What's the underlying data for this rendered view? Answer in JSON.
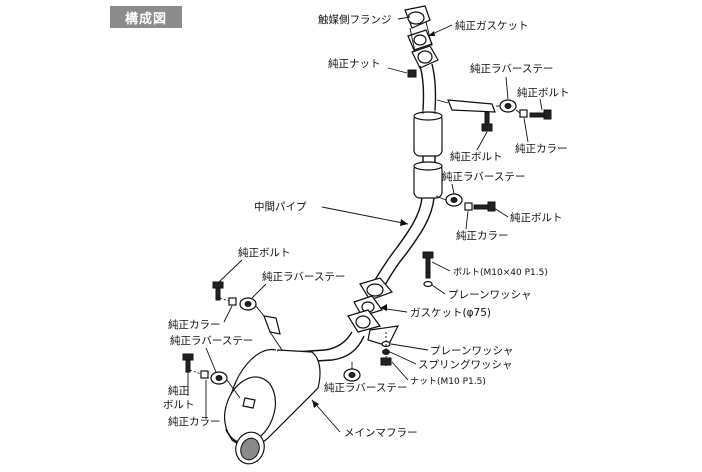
{
  "header": {
    "badge": "構成図"
  },
  "labels": {
    "cat_flange": "触媒側フランジ",
    "gasket_top": "純正ガスケット",
    "nut_top": "純正ナット",
    "rubber_stay_1": "純正ラバーステー",
    "bolt_1": "純正ボルト",
    "bolt_2": "純正ボルト",
    "collar_1": "純正カラー",
    "rubber_stay_2": "純正ラバーステー",
    "mid_pipe": "中間パイプ",
    "bolt_3": "純正ボルト",
    "collar_2": "純正カラー",
    "bolt_left": "純正ボルト",
    "rubber_stay_left": "純正ラバーステー",
    "bolt_m10": "ボルト(M10×40 P1.5)",
    "plain_washer_1": "プレーンワッシャ",
    "collar_left": "純正カラー",
    "gasket_75": "ガスケット(φ75)",
    "rubber_stay_left2": "純正ラバーステー",
    "plain_washer_2": "プレーンワッシャ",
    "spring_washer": "スプリングワッシャ",
    "nut_m10": "ナット(M10 P1.5)",
    "rubber_stay_bottom": "純正ラバーステー",
    "bolt_left2_line1": "純正",
    "bolt_left2_line2": "ボルト",
    "collar_left2": "純正カラー",
    "main_muffler": "メインマフラー"
  }
}
